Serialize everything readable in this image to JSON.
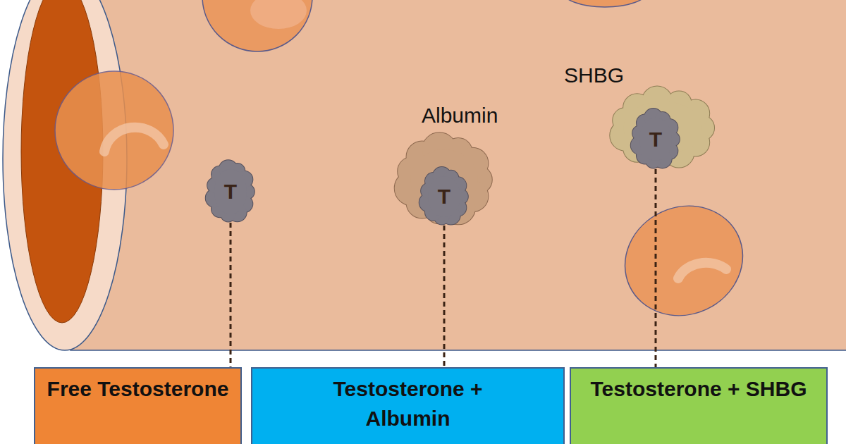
{
  "diagram": {
    "nodes": [
      {
        "text": [
          "T"
        ]
      },
      {
        "text": [
          "Albumin"
        ]
      },
      {
        "text": [
          "T"
        ],
        "in": 1
      },
      {
        "text": [
          "SHBG"
        ]
      },
      {
        "text": [
          "T"
        ],
        "in": 3
      },
      {
        "text": [
          "Free Testosterone"
        ]
      },
      {
        "text": [
          "Testosterone + Albumin"
        ]
      },
      {
        "text": [
          "Testosterone + SHBG"
        ]
      }
    ],
    "edges": [
      {
        "from": 0,
        "to": 5,
        "arrow": "none"
      },
      {
        "from": 2,
        "to": 6,
        "arrow": "none"
      },
      {
        "from": 4,
        "to": 7,
        "arrow": "none"
      }
    ]
  }
}
